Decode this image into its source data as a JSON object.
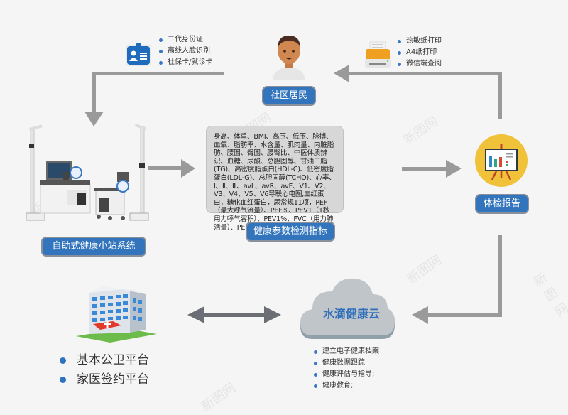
{
  "resident": {
    "label": "社区居民",
    "id_methods": [
      "二代身份证",
      "离线人脸识别",
      "社保卡/就诊卡"
    ],
    "print_methods": [
      "热敏纸打印",
      "A4纸打印",
      "微信端查阅"
    ]
  },
  "kiosk": {
    "label": "自助式健康小站系统"
  },
  "parameters": {
    "label": "健康参数检测指标",
    "text": "身高、体重、BMI、高压、低压、脉搏、血氧、脂肪率、水含量、肌肉量、内脏脂肪、腰围、臀围、腰臀比、中医体质辨识、血糖、尿酸、总胆固醇、甘油三脂(TG)、高密度脂蛋白(HDL-C)、低密度脂蛋白(LDL-G)、总胆固醇(TCHO)、心率、Ⅰ、Ⅱ、Ⅲ、avL、avR、avF、V1、V2、V3、V4、V5、V6导联心电图,血红蛋白，糖化血红蛋白，尿常规11项，PEF（最大呼气流量）、PEF%、PEV1（1秒用力呼气容积）、PEV1%、FVC（用力肺活量）、PEV1/FVC;"
  },
  "report": {
    "label": "体检报告"
  },
  "cloud": {
    "label": "水滴健康云",
    "features": [
      "建立电子健康档案",
      "健康数据跟踪",
      "健康评估与指导;",
      "健康教育;"
    ]
  },
  "platforms": {
    "items": [
      "基本公卫平台",
      "家医签约平台"
    ]
  },
  "watermark": "新图网",
  "colors": {
    "accent": "#3375bd",
    "arrow": "#9a9a9a",
    "background": "#f5f5f5"
  }
}
